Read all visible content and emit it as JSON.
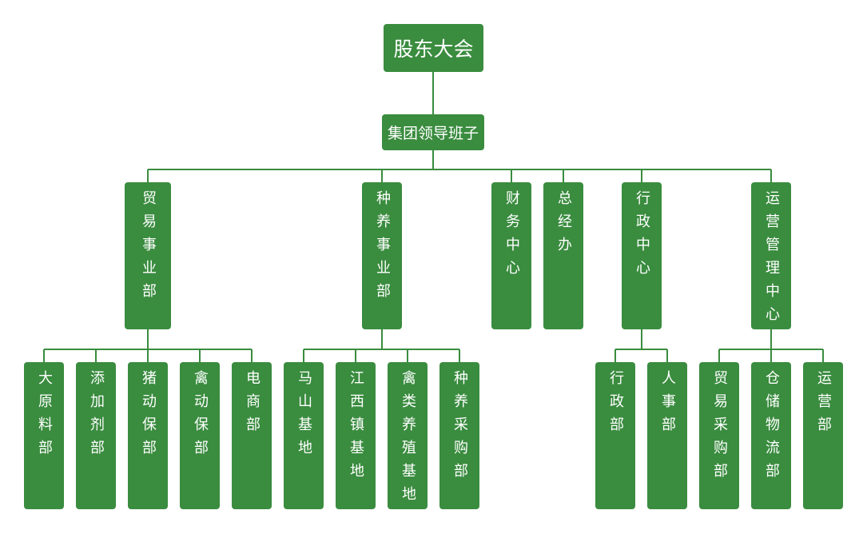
{
  "colors": {
    "node": "#3a8c3f",
    "line": "#3a8c3f",
    "text": "#ffffff"
  },
  "root": "股东大会",
  "leadership": "集团领导班子",
  "departments": {
    "trade": {
      "label": "贸易事业部",
      "children": [
        "大原料部",
        "添加剂部",
        "猪动保部",
        "禽动保部",
        "电商部"
      ]
    },
    "breeding": {
      "label": "种养事业部",
      "children": [
        "马山基地",
        "江西镇基地",
        "禽类养殖基地",
        "种养采购部"
      ]
    },
    "finance": {
      "label": "财务中心"
    },
    "gm_office": {
      "label": "总经办"
    },
    "admin": {
      "label": "行政中心",
      "children": [
        "行政部",
        "人事部"
      ]
    },
    "ops": {
      "label": "运营管理中心",
      "children": [
        "贸易采购部",
        "仓储物流部",
        "运营部"
      ]
    }
  }
}
